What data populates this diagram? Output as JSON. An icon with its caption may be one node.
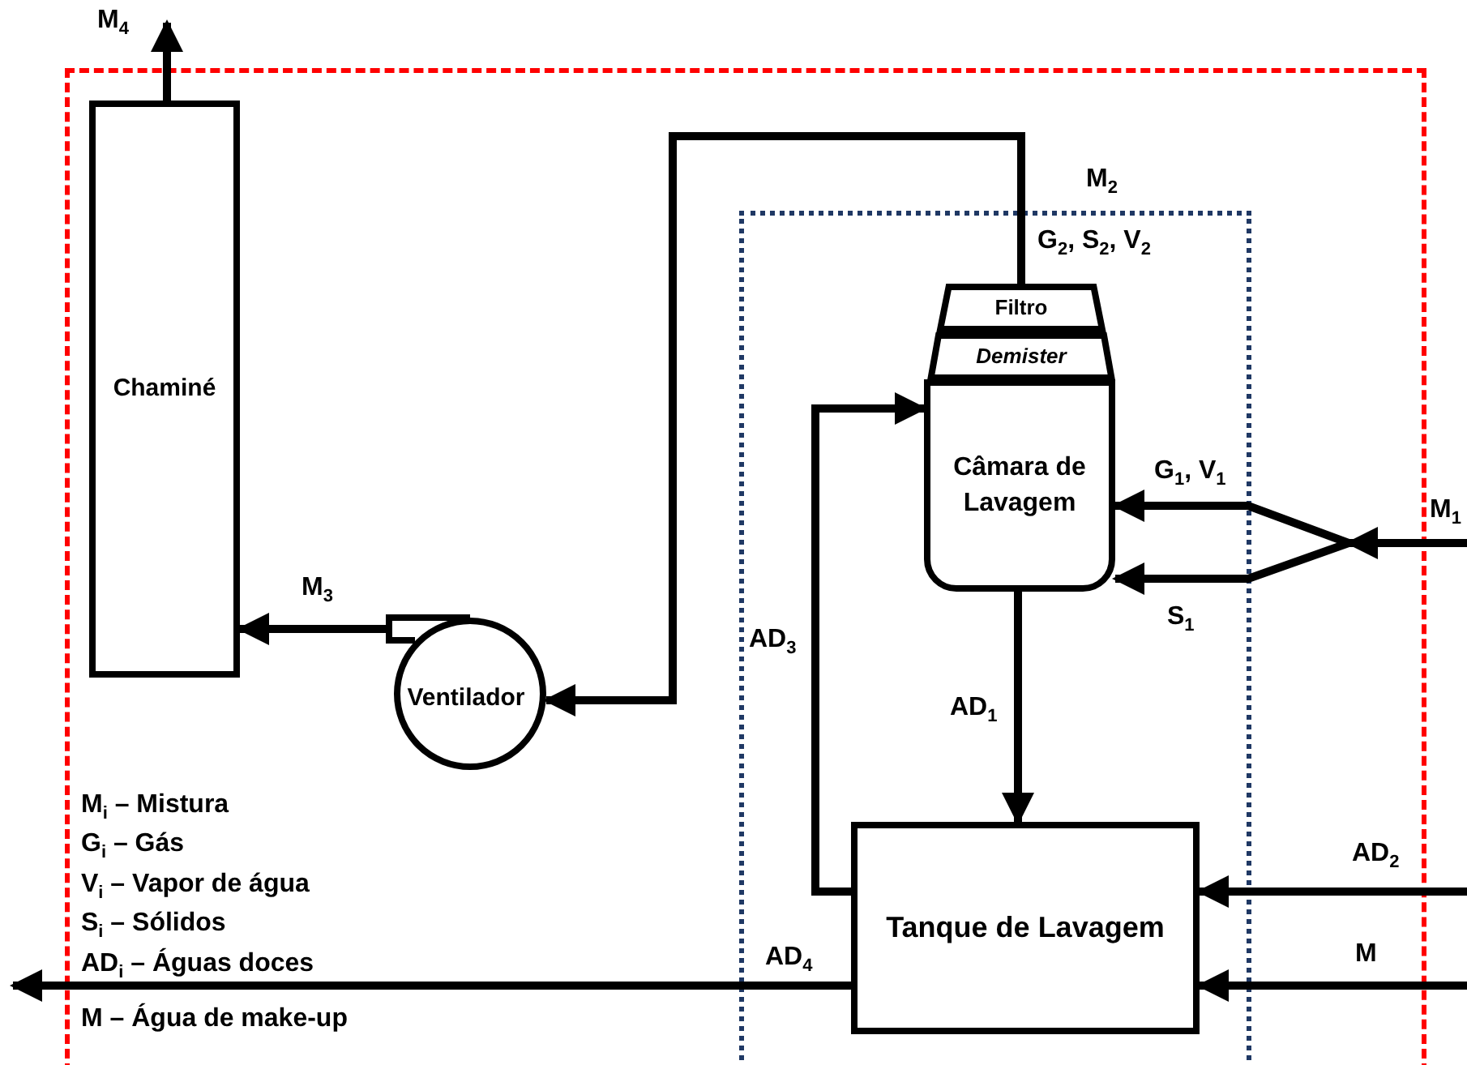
{
  "diagram": {
    "nodes": [
      {
        "text": [],
        "shape": "box"
      },
      {
        "text": [
          "Chaminé"
        ],
        "in": 0
      },
      {
        "text": [
          "Ventilador"
        ],
        "in": 0
      },
      {
        "text": [],
        "shape": "box",
        "in": 0
      },
      {
        "text": [
          "Filtro"
        ],
        "in": 3
      },
      {
        "text": [
          "Demister"
        ],
        "in": 3
      },
      {
        "text": [
          "Câmara de Lavagem"
        ],
        "in": 3
      },
      {
        "text": [
          "Tanque de Lavagem"
        ],
        "in": 3
      }
    ],
    "edges": [
      {
        "from": 1,
        "to": null,
        "arrow": "to",
        "label": "M$_{4}$"
      },
      {
        "from": 4,
        "to": 2,
        "arrow": "to",
        "label": "G$_{2}$, S$_{2}$, V$_{2}$"
      },
      {
        "from": 2,
        "to": 1,
        "arrow": "to",
        "label": "M$_{3}$"
      },
      {
        "from": null,
        "to": 6,
        "arrow": "to",
        "label": "G$_{1}$, V$_{1}$"
      },
      {
        "from": null,
        "to": 6,
        "arrow": "to",
        "label": "S$_{1}$"
      },
      {
        "from": 6,
        "to": 7,
        "arrow": "to",
        "label": "AD$_{1}$"
      },
      {
        "from": 7,
        "to": 6,
        "arrow": "to",
        "label": "AD$_{3}$"
      },
      {
        "from": null,
        "to": 7,
        "arrow": "to",
        "label": "AD$_{2}$"
      },
      {
        "from": null,
        "to": 7,
        "arrow": "to",
        "label": "M"
      },
      {
        "from": 7,
        "to": null,
        "arrow": "to",
        "label": "AD$_{4}$"
      }
    ],
    "labels": [
      "M$_{2}$",
      "M$_{1}$",
      "M$_{i}$ – Mistura",
      "G$_{i}$ – Gás",
      "V$_{i}$ – Vapor de água",
      "S$_{i}$ – Sólidos",
      "AD$_{i}$ – Águas doces",
      "M – Água de make-up"
    ]
  }
}
